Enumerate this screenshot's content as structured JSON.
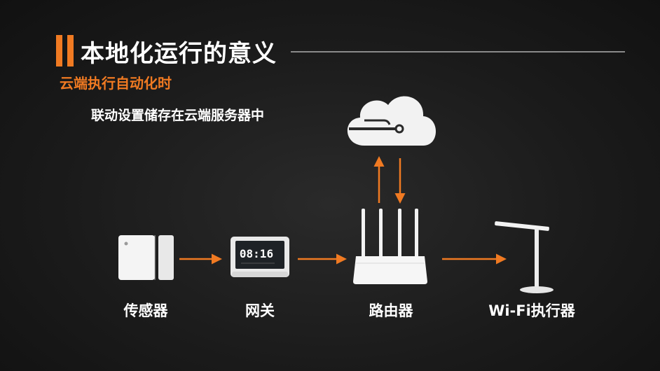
{
  "header": {
    "title": "本地化运行的意义",
    "subtitle": "云端执行自动化时",
    "note": "联动设置储存在云端服务器中"
  },
  "devices": {
    "sensor": "传感器",
    "gateway": "网关",
    "router": "路由器",
    "wifi_executor": "Wi-Fi执行器"
  },
  "gateway_clock": "08:16",
  "colors": {
    "accent": "#f07a22",
    "background": "#1b1b1b",
    "text": "#ffffff"
  },
  "icons": [
    "cloud-icon",
    "door-sensor-icon",
    "smart-gateway-icon",
    "router-icon",
    "desk-lamp-icon"
  ]
}
